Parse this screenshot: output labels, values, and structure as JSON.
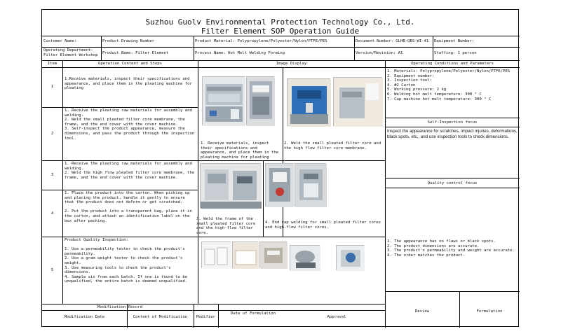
{
  "header": {
    "company": "Suzhou Guolv Environmental Protection Technology Co., Ltd.",
    "title": "Filter Element SOP Operation Guide"
  },
  "info_row1": {
    "customer_name": "Customer Name:",
    "product_drawing": "Product Drawing Number",
    "product_material": "Product Material: Polypropylene/Polyester/Nylon/PTFE/PES",
    "document_number": "Document Number: GLHB-QES-WI-41",
    "equipment_number": "Equipment Number:"
  },
  "info_row2": {
    "operating_department": "Operating Department: Filter Element Workshop",
    "product_name": "Product Name: Filter Element",
    "process_name": "Process Name: Hot Melt Welding Forming",
    "version": "Version/Revision: A1",
    "staffing": "Staffing: 1 person"
  },
  "columns": {
    "item": "Item",
    "operation": "Operation Content and Steps",
    "image": "Image Display",
    "conditions": "Operating Conditions and Parameters"
  },
  "rows": [
    {
      "num": "1",
      "text": "1.Receive materials, inspect their specifications and appearance, and place them in the pleating machine for pleating"
    },
    {
      "num": "2",
      "text": "1. Receive the pleating raw materials for assembly and welding.\n2. Weld the small pleated filter core membrane, the frame, and the end cover with the cover machine.\n3. Self-inspect the product appearance, measure the dimensions, and pass the product through the inspection tool."
    },
    {
      "num": "3",
      "text": "1. Receive the pleating raw materials for assembly and welding.\n2. Weld the high flow pleated filter core membrane, the frame, and the end cover with the cover machine."
    },
    {
      "num": "4",
      "text": "1. Place the product into the carton. When picking up and placing the product, handle it gently to ensure that the product does not deform or get scratched.\n\n2. Put the product into a transparent bag, place it in the carton, and attach an identification label on the box after packing."
    },
    {
      "num": "5",
      "text": "Product Quality Inspection:\n\n1. Use a permeability tester to check the product's permeability.\n2. Use a gram weight tester to check the product's weight.\n3. Use measuring tools to check the product's dimensions.\n4. Sample six from each batch. If one is found to be unqualified, the entire batch is deemed unqualified."
    }
  ],
  "captions": {
    "pleating": "1. Receive materials, inspect their specifications and appearance, and place them in the pleating machine for pleating",
    "small_core": "2. Weld the small pleated filter core and the high flow filter core membrane.",
    "frame": "3. Weld the frame of the small pleated filter core and the high-flow filter core.",
    "end_cap": "4. End cap welding for small pleated filter cores and high-flow filter cores."
  },
  "conditions": [
    "1. Materials: Polypropylene/Polyester/Nylon/PTFE/PES",
    "2. Equipment number:",
    "3. Inspection tool:",
    "4. #2 Carton",
    "5. Working pressure: 2 kg",
    "6. Welding hot melt temperature: 300 ° C",
    "7. Cap machine hot melt temperature: 300 ° C"
  ],
  "self_inspection": {
    "title": "Self-Inspection focus",
    "text": "Inspect the appearance for scratches, impact injuries, deformations, black spots, etc., and use inspection tools to check dimensions."
  },
  "quality_control": {
    "title": "Quality control focus",
    "items": [
      "1. The appearance has no flaws or black spots.",
      "2. The product dimensions are accurate.",
      "3. The product's permeability and weight are accurate.",
      "4. The order matches the product."
    ]
  },
  "footer": {
    "modification_record": "Modification Record",
    "modification_date": "Modification Date",
    "content_of_modification": "Content of Modification",
    "modifier": "Modifier",
    "date_of_formulation": "Date of Formulation",
    "approval": "Approval",
    "review": "Review",
    "formulation": "Formulation"
  }
}
